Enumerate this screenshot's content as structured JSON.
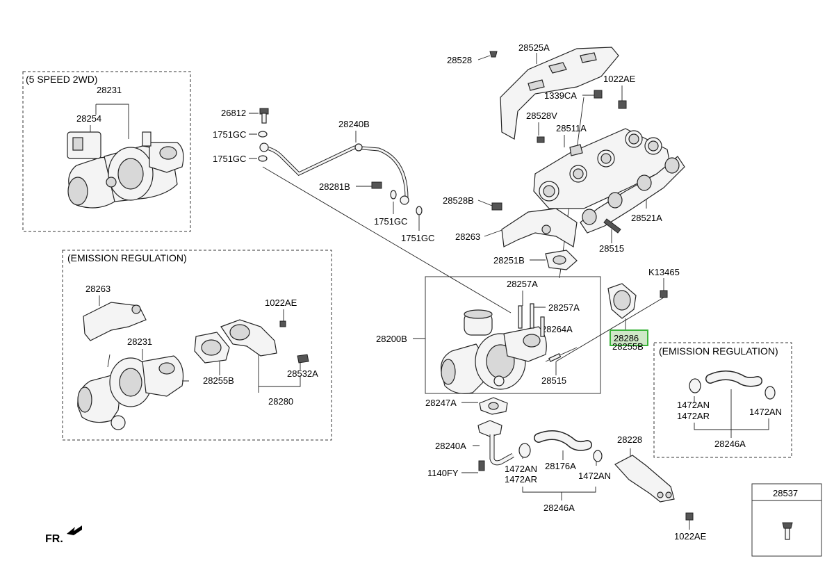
{
  "boxes": {
    "speed_2wd": "(5 SPEED 2WD)",
    "emission_left": "(EMISSION REGULATION)",
    "emission_right": "(EMISSION REGULATION)"
  },
  "labels": {
    "p28231_top": "28231",
    "p28254": "28254",
    "p28263_left": "28263",
    "p1022AE_left": "1022AE",
    "p28231_left": "28231",
    "p28255B_left": "28255B",
    "p28532A": "28532A",
    "p28280": "28280",
    "p26812": "26812",
    "p1751GC_a": "1751GC",
    "p1751GC_b": "1751GC",
    "p28240B": "28240B",
    "p28281B": "28281B",
    "p1751GC_c": "1751GC",
    "p1751GC_d": "1751GC",
    "p28528_top": "28528",
    "p28525A": "28525A",
    "p1339CA": "1339CA",
    "p1022AE_top": "1022AE",
    "p28528V": "28528V",
    "p28511A": "28511A",
    "p28528B": "28528B",
    "p28263": "28263",
    "p28521A": "28521A",
    "p28515_top": "28515",
    "p28251B": "28251B",
    "p28257A_a": "28257A",
    "p28257A_b": "28257A",
    "p28264A": "28264A",
    "p28200B": "28200B",
    "p28515_mid": "28515",
    "pK13465": "K13465",
    "p28286": "28286",
    "p28255B": "28255B",
    "p28247A": "28247A",
    "p28240A": "28240A",
    "p1140FY": "1140FY",
    "p1472AN_a": "1472AN",
    "p1472AR_a": "1472AR",
    "p28176A": "28176A",
    "p1472AN_b": "1472AN",
    "p28228": "28228",
    "p28246A": "28246A",
    "p1022AE_bot": "1022AE",
    "p1472AN_r1": "1472AN",
    "p1472AR_r": "1472AR",
    "p1472AN_r2": "1472AN",
    "p28246A_r": "28246A",
    "p28537": "28537",
    "fr": "FR."
  },
  "highlight": {
    "part": "28286",
    "color": "#3bb43b"
  }
}
